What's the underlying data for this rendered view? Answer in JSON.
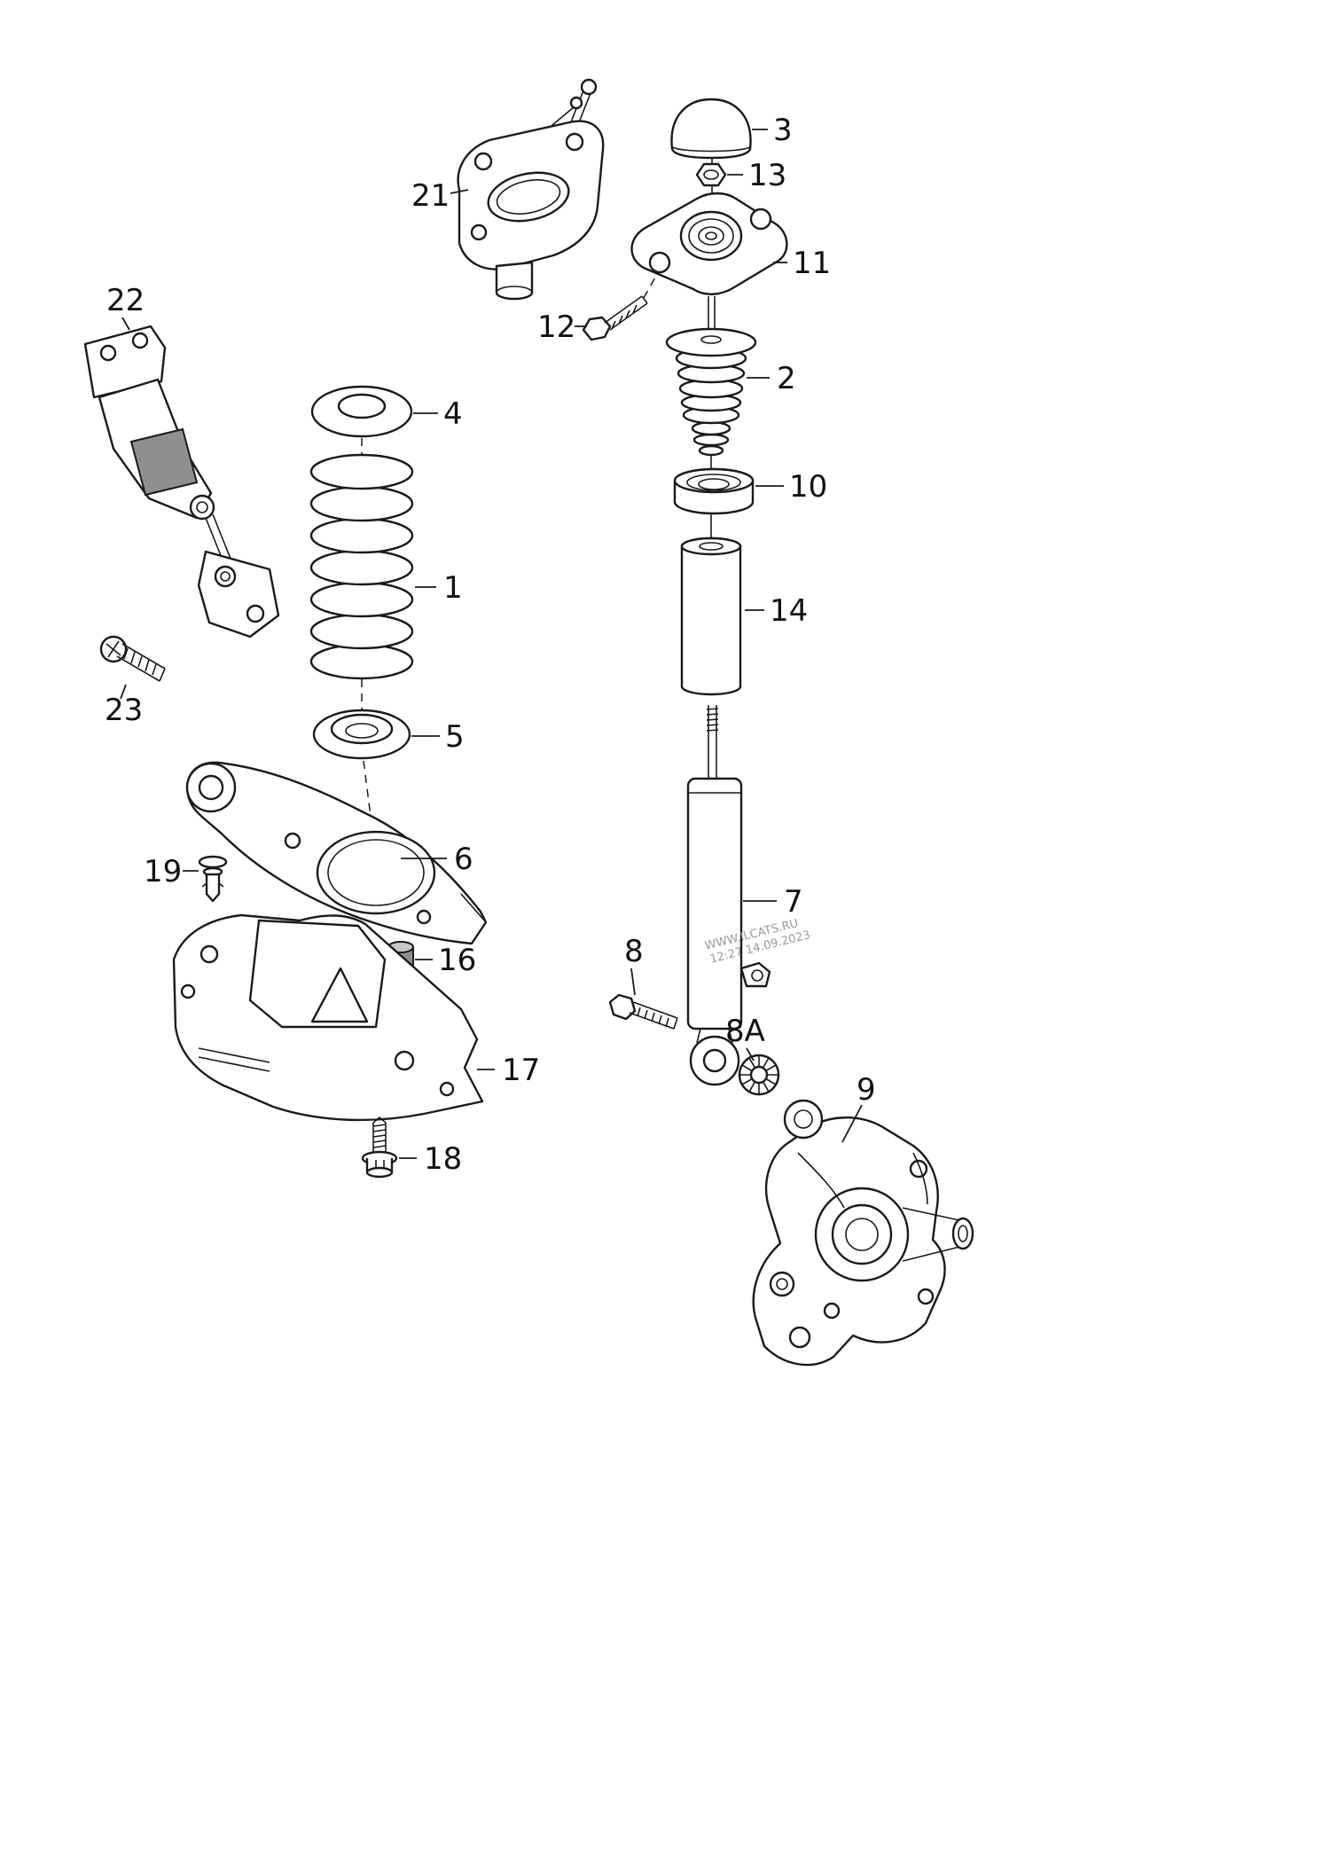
{
  "figure": {
    "background": "#ffffff",
    "line_color": "#1a1a1a"
  },
  "watermark": {
    "line1": "WWW.ILCATS.RU",
    "line2": "12:27 14.09.2023"
  },
  "callouts": {
    "1": {
      "label": "1"
    },
    "2": {
      "label": "2"
    },
    "3": {
      "label": "3"
    },
    "4": {
      "label": "4"
    },
    "5": {
      "label": "5"
    },
    "6": {
      "label": "6"
    },
    "7": {
      "label": "7"
    },
    "8": {
      "label": "8"
    },
    "8A": {
      "label": "8A"
    },
    "9": {
      "label": "9"
    },
    "10": {
      "label": "10"
    },
    "11": {
      "label": "11"
    },
    "12": {
      "label": "12"
    },
    "13": {
      "label": "13"
    },
    "14": {
      "label": "14"
    },
    "16": {
      "label": "16"
    },
    "17": {
      "label": "17"
    },
    "18": {
      "label": "18"
    },
    "19": {
      "label": "19"
    },
    "21": {
      "label": "21"
    },
    "22": {
      "label": "22"
    },
    "23": {
      "label": "23"
    }
  }
}
